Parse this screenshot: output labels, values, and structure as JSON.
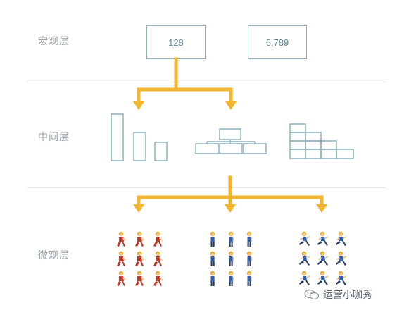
{
  "layers": {
    "macro": {
      "label": "宏观层"
    },
    "meso": {
      "label": "中间层"
    },
    "micro": {
      "label": "微观层"
    }
  },
  "macro_values": {
    "box1": "128",
    "box2": "6,789"
  },
  "colors": {
    "arrow": "#f2b52d",
    "outline": "#8fb1bd",
    "label": "#9aa3a8",
    "divider": "#e3e6e8",
    "group_a_shirt": "#c0392b",
    "group_b_shirt": "#2f5fb3",
    "group_c_shirt": "#2f5fb3",
    "skin": "#f0c48a",
    "hair": "#e6a91c"
  },
  "icons": {
    "bar-chart": "bar-chart-icon",
    "org-chart": "org-chart-icon",
    "stair-table": "stair-table-icon",
    "person-group-a": "walking-person-icon",
    "person-group-b": "standing-person-icon",
    "person-group-c": "running-person-icon",
    "watermark": "wechat-icon"
  },
  "watermark": {
    "text": "运营小咖秀"
  }
}
